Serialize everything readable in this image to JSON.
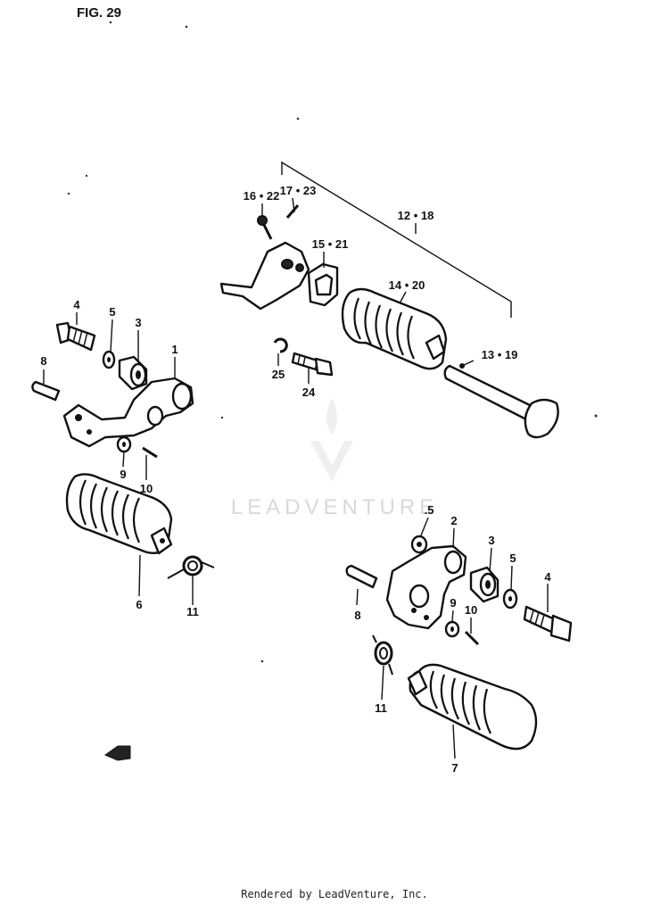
{
  "figure_label": "FIG. 29",
  "watermark": "LEADVENTURE",
  "footer": "Rendered by LeadVenture, Inc.",
  "colors": {
    "ink": "#111111",
    "background": "#ffffff",
    "watermark": "#d9d9d9"
  },
  "callouts": {
    "c1": "1",
    "c2": "2",
    "c3a": "3",
    "c3b": "3",
    "c4a": "4",
    "c4b": "4",
    "c5a": "5",
    "c5b": "5",
    "c5c": ".5",
    "c6": "6",
    "c7": "7",
    "c8a": "8",
    "c8b": "8",
    "c9a": "9",
    "c9b": "9",
    "c10a": "10",
    "c10b": "10",
    "c11a": "11",
    "c11b": "11",
    "c12_18": "12 • 18",
    "c13_19": "13 • 19",
    "c14_20": "14 • 20",
    "c15_21": "15 • 21",
    "c16_22": "16 • 22",
    "c17_23": "17 • 23",
    "c24": "24",
    "c25": "25"
  }
}
